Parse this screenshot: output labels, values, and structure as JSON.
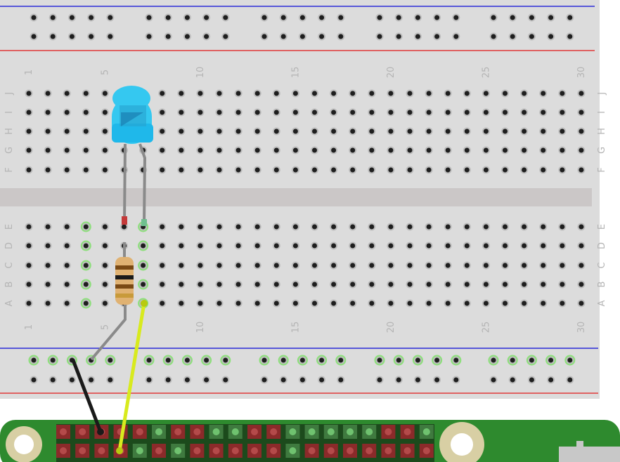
{
  "breadboard": {
    "column_labels_top": [
      "1",
      "5",
      "10",
      "15",
      "20",
      "25",
      "30"
    ],
    "column_labels_bottom": [
      "1",
      "5",
      "10",
      "15",
      "20",
      "25",
      "30"
    ],
    "row_labels_top_right": [
      "J",
      "I",
      "H",
      "G",
      "F"
    ],
    "row_labels_bottom_right": [
      "E",
      "D",
      "C",
      "B",
      "A"
    ],
    "row_labels_top_left": [
      "J",
      "I",
      "H",
      "G",
      "F"
    ],
    "row_labels_bottom_left": [
      "E",
      "D",
      "C",
      "B",
      "A"
    ]
  },
  "components": {
    "led": {
      "color": "blue",
      "body_color": "#35c8f0"
    },
    "resistor": {
      "body_color": "#e0b272",
      "band_colors": [
        "#7a4a14",
        "#1a1a1a",
        "#7a4a14",
        "#c89a3a"
      ]
    },
    "wires": [
      {
        "name": "ground-wire",
        "color": "#1a1a1a"
      },
      {
        "name": "signal-wire",
        "color": "#d8ea1e"
      }
    ]
  },
  "colors": {
    "board": "#dcdcdc",
    "rail_red": "#e03a3a",
    "rail_blue": "#2b2bd8",
    "highlight": "#7ee068",
    "pi_board": "#2e8a2e",
    "header_pin": "#8b2a2a"
  }
}
